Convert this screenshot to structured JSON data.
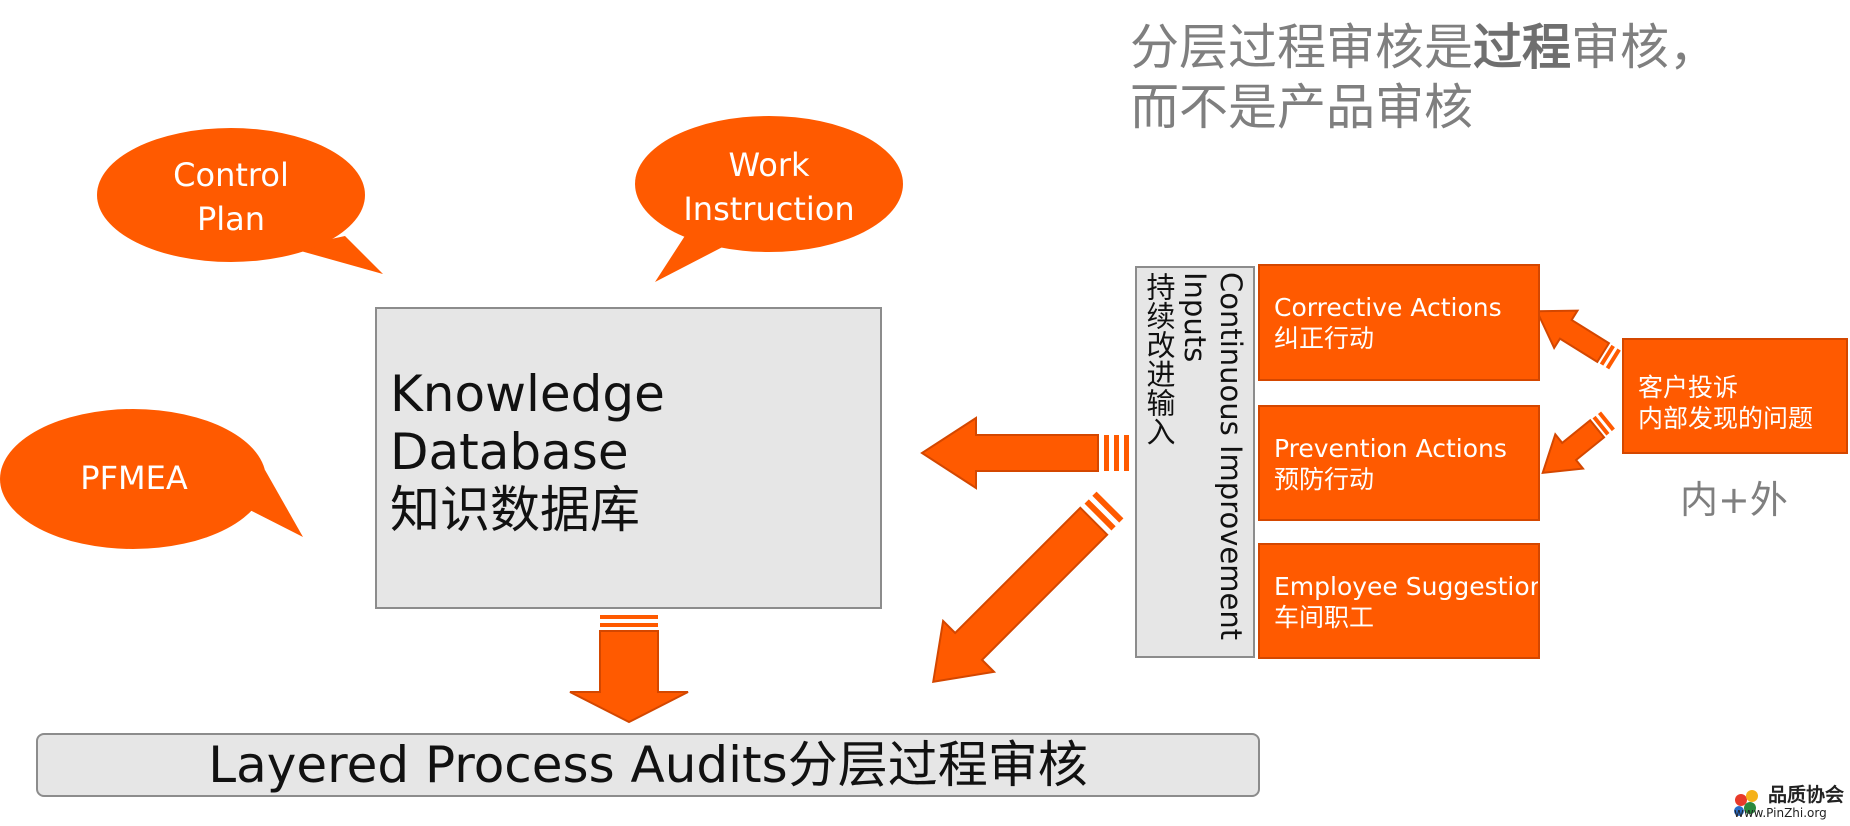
{
  "title": {
    "line1_part1": "分层过程审核是",
    "line1_bold": "过程",
    "line1_part2": "审核，",
    "line2": "而不是产品审核"
  },
  "bubbles": {
    "control_plan": [
      "Control",
      "Plan"
    ],
    "work_instruction": [
      "Work",
      "Instruction"
    ],
    "pfmea": [
      "PFMEA"
    ]
  },
  "knowledge_database": [
    "Knowledge",
    "Database",
    "知识数据库"
  ],
  "layered_process_audits": "Layered Process Audits分层过程审核",
  "continuous_improvement": {
    "en_line1": "Continuous Improvement",
    "en_line2": "Inputs",
    "cn": "持续改进输入"
  },
  "actions": [
    {
      "en": "Corrective Actions",
      "cn": "纠正行动"
    },
    {
      "en": "Prevention Actions",
      "cn": "预防行动"
    },
    {
      "en": "Employee Suggestions",
      "cn": "车间职工"
    }
  ],
  "sources": {
    "line1": "客户投诉",
    "line2": "内部发现的问题"
  },
  "internal_external": "内+外",
  "logo": {
    "name_cn": "品质协会",
    "url": "www.PinZhi.org"
  },
  "colors": {
    "accent_orange": "#ff5a00",
    "box_gray": "#e6e6e6",
    "title_gray": "#7f7f7f"
  }
}
